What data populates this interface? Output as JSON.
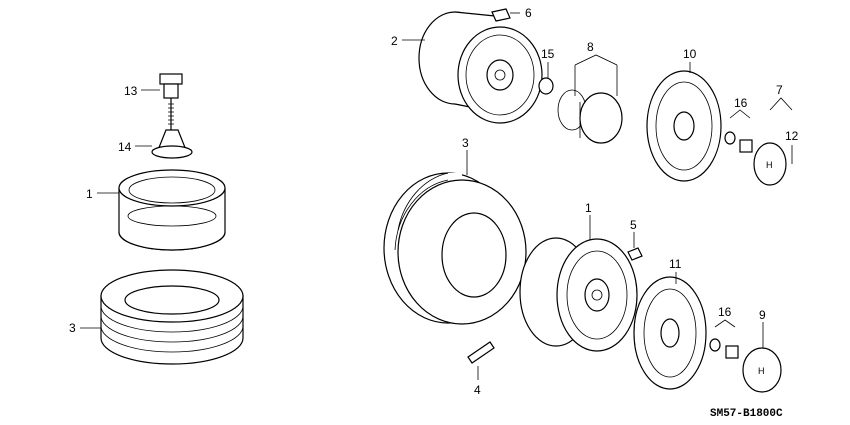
{
  "callouts": [
    "1",
    "2",
    "3",
    "4",
    "5",
    "6",
    "7",
    "8",
    "9",
    "10",
    "11",
    "12",
    "13",
    "14",
    "15",
    "16"
  ],
  "diagram_code": "SM57-B1800C",
  "logo_letter": "H"
}
